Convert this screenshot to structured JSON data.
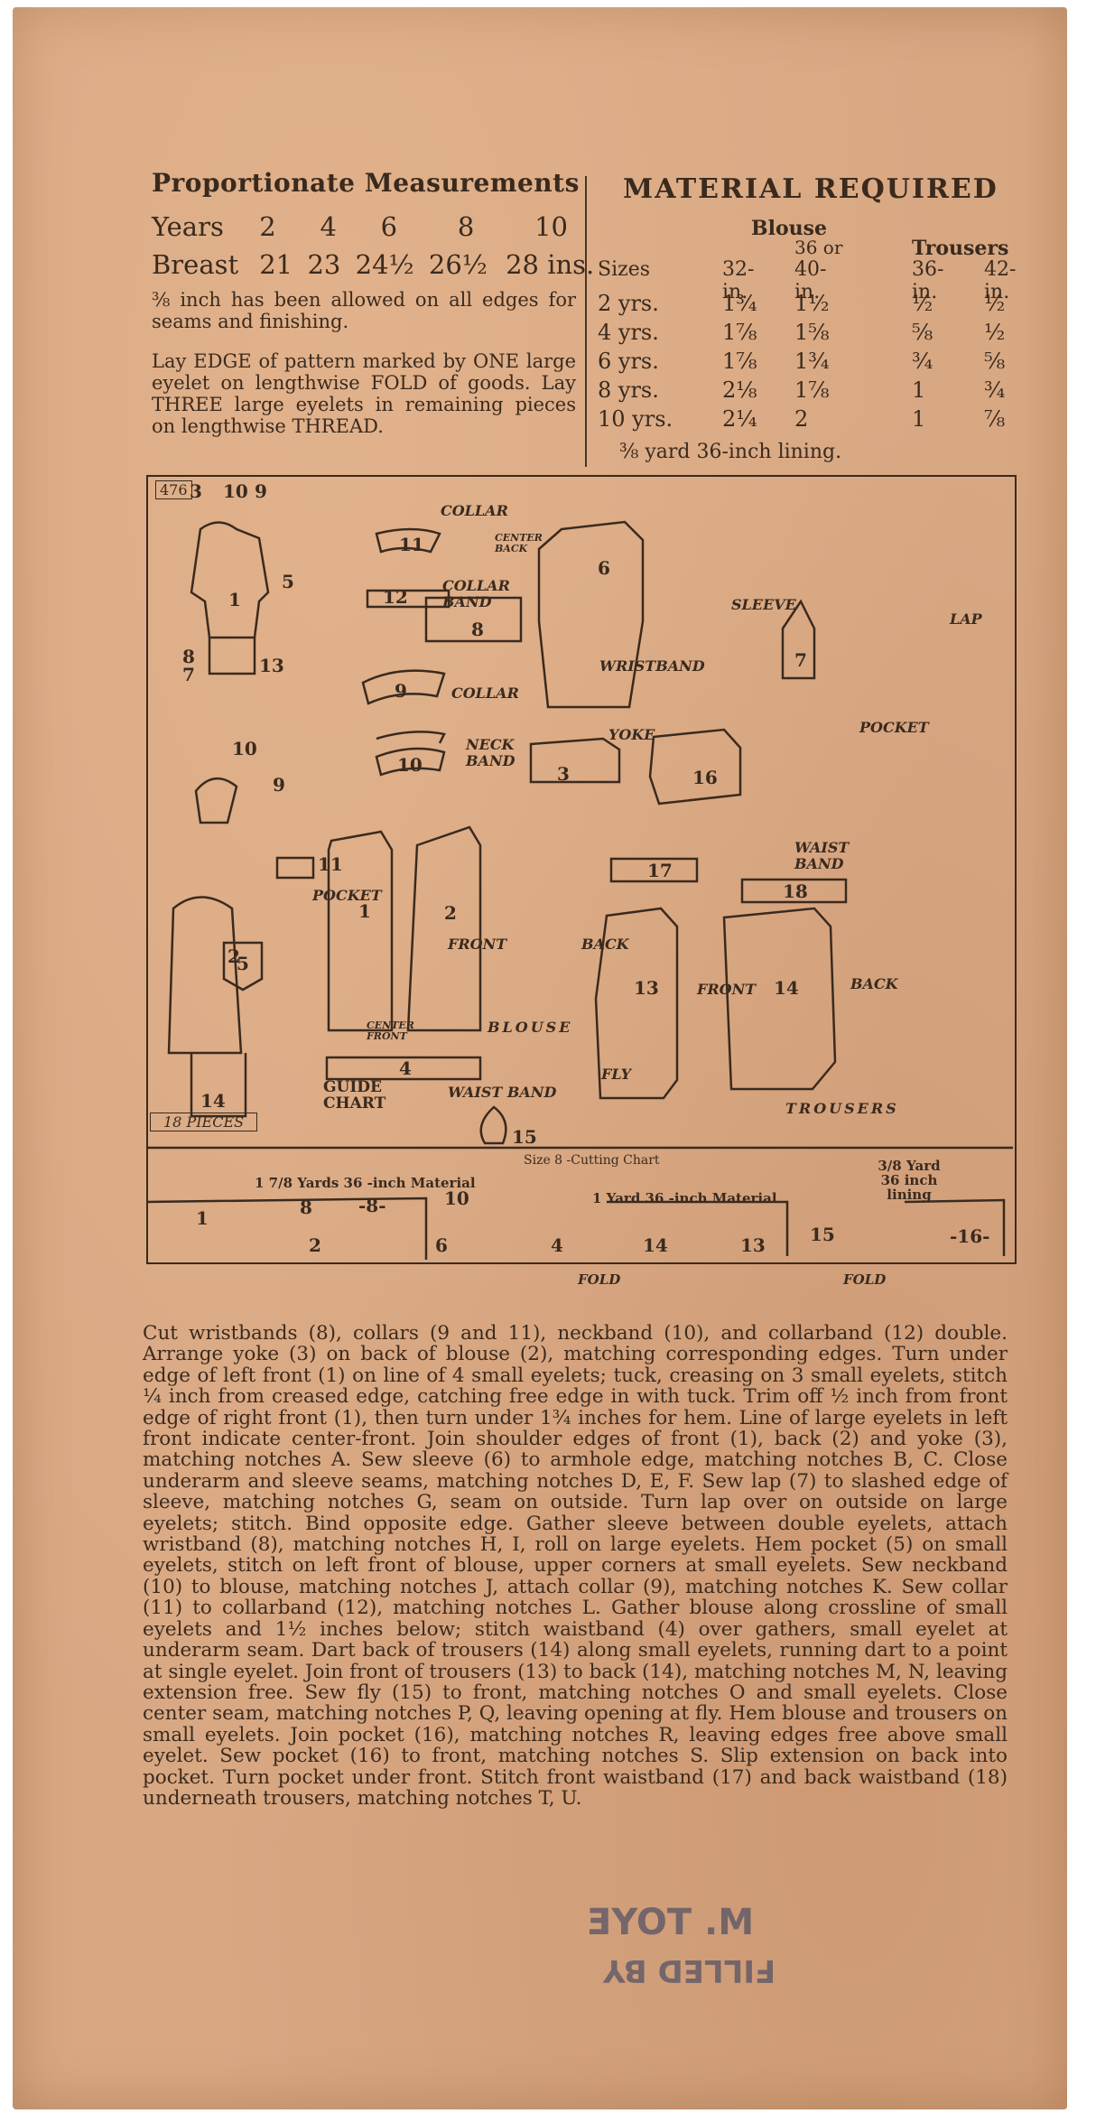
{
  "proportionate": {
    "title": "Proportionate Measurements",
    "years_label": "Years",
    "years": [
      "2",
      "4",
      "6",
      "8",
      "10"
    ],
    "breast_label": "Breast",
    "breast": [
      "21",
      "23",
      "24½",
      "26½",
      "28 ins."
    ],
    "para1": "⅜ inch has been allowed on all edges for seams and finishing.",
    "para2": "Lay EDGE of pattern marked by ONE large eyelet on lengthwise FOLD of goods. Lay THREE large eyelets in remaining pieces on lengthwise THREAD."
  },
  "material": {
    "title": "MATERIAL REQUIRED",
    "blouse_label": "Blouse",
    "trousers_label": "Trousers",
    "col_header_top": "36 or",
    "sizes_label": "Sizes",
    "col_headers": [
      "32-in.",
      "40-in.",
      "36-in.",
      "42-in."
    ],
    "rows": [
      {
        "size": "2 yrs.",
        "b32": "1¾",
        "b40": "1½",
        "t36": "½",
        "t42": "½"
      },
      {
        "size": "4 yrs.",
        "b32": "1⅞",
        "b40": "1⅝",
        "t36": "⅝",
        "t42": "½"
      },
      {
        "size": "6 yrs.",
        "b32": "1⅞",
        "b40": "1¾",
        "t36": "¾",
        "t42": "⅝"
      },
      {
        "size": "8 yrs.",
        "b32": "2⅛",
        "b40": "1⅞",
        "t36": "1",
        "t42": "¾"
      },
      {
        "size": "10 yrs.",
        "b32": "2¼",
        "b40": "2",
        "t36": "1",
        "t42": "⅞"
      }
    ],
    "lining": "⅜ yard 36-inch lining."
  },
  "guide": {
    "pattern_number": "476",
    "pieces": "18 PIECES",
    "guide_chart": "GUIDE CHART",
    "labels": {
      "collar": "COLLAR",
      "collar_band": "COLLAR BAND",
      "neck_band": "NECK BAND",
      "sleeve": "SLEEVE",
      "wristband": "WRISTBAND",
      "lap": "LAP",
      "yoke": "YOKE",
      "pocket": "POCKET",
      "pocket12": "POCKET",
      "front": "FRONT",
      "back": "BACK",
      "blouse": "BLOUSE",
      "waistband": "WAIST BAND",
      "waist_band_upper": "WAIST BAND",
      "fly": "FLY",
      "trousers": "TROUSERS",
      "center_back": "CENTER BACK",
      "center_front": "CENTER FRONT"
    },
    "cut_title": "Size 8 -Cutting Chart",
    "cut1": "1 7/8 Yards 36 -inch Material",
    "cut2": "1 Yard 36 -inch Material",
    "cut3": "3/8 Yard 36 inch lining",
    "fold": "FOLD"
  },
  "instructions": "Cut wristbands (8), collars (9 and 11), neckband (10), and collarband (12) double. Arrange yoke (3) on back of blouse (2), matching corresponding edges. Turn under edge of left front (1) on line of 4 small eyelets; tuck, creasing on 3 small eyelets, stitch ¼ inch from creased edge, catching free edge in with tuck. Trim off ½ inch from front edge of right front (1), then turn under 1¾ inches for hem. Line of large eyelets in left front indicate center-front. Join shoulder edges of front (1), back (2) and yoke (3), matching notches A. Sew sleeve (6) to armhole edge, matching notches B, C. Close underarm and sleeve seams, matching notches D, E, F. Sew lap (7) to slashed edge of sleeve, matching notches G, seam on outside. Turn lap over on outside on large eyelets; stitch. Bind opposite edge. Gather sleeve between double eyelets, attach wristband (8), matching notches H, I, roll on large eyelets. Hem pocket (5) on small eyelets, stitch on left front of blouse, upper corners at small eyelets. Sew neckband (10) to blouse, matching notches J, attach collar (9), matching notches K. Sew collar (11) to collarband (12), matching notches L. Gather blouse along crossline of small eyelets and 1½ inches below; stitch waistband (4) over gathers, small eyelet at underarm seam. Dart back of trousers (14) along small eyelets, running dart to a point at single eyelet. Join front of trousers (13) to back (14), matching notches M, N, leaving extension free. Sew fly (15) to front, matching notches O and small eyelets. Close center seam, matching notches P, Q, leaving opening at fly. Hem blouse and trousers on small eyelets. Join pocket (16), matching notches R, leaving edges free above small eyelet. Sew pocket (16) to front, matching notches S. Slip extension on back into pocket. Turn pocket under front. Stitch front waistband (17) and back waistband (18) underneath trousers, matching notches T, U.",
  "stamp": {
    "line1": "M. TOYE",
    "line2": "FILLED BY"
  }
}
